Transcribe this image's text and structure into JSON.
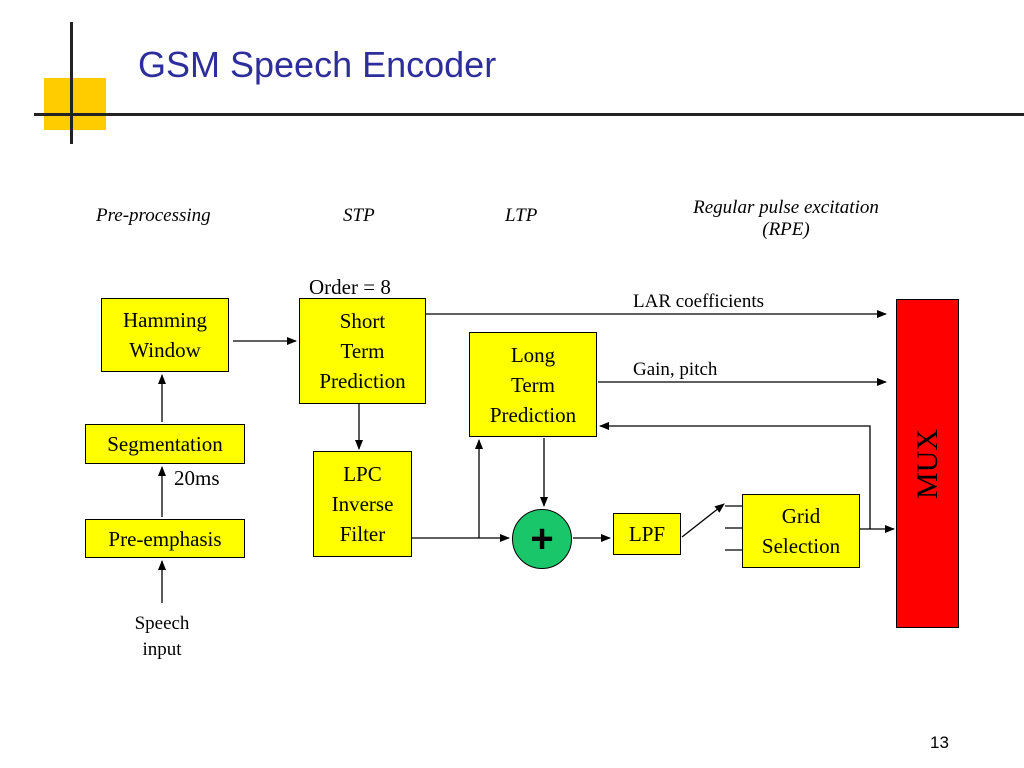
{
  "slide": {
    "title": "GSM Speech Encoder",
    "page_number": "13"
  },
  "stages": {
    "preprocessing": "Pre-processing",
    "stp": "STP",
    "ltp": "LTP",
    "rpe_line1": "Regular pulse excitation",
    "rpe_line2": "(RPE)"
  },
  "blocks": {
    "hamming": "Hamming\nWindow",
    "segmentation": "Segmentation",
    "preemphasis": "Pre-emphasis",
    "stp": "Short\nTerm\nPrediction",
    "lpc": "LPC\nInverse\nFilter",
    "ltp": "Long\nTerm\nPrediction",
    "lpf": "LPF",
    "grid": "Grid\nSelection",
    "mux": "MUX",
    "adder": "+"
  },
  "labels": {
    "order": "Order = 8",
    "lar": "LAR coefficients",
    "gain_pitch": "Gain, pitch",
    "segment_length": "20ms",
    "speech_line1": "Speech",
    "speech_line2": "input"
  },
  "colors": {
    "title": "#2e2e9a",
    "block_fill": "#ffff00",
    "mux_fill": "#ff0000",
    "adder_fill": "#19c76a",
    "accent_square": "#ffcc00"
  }
}
